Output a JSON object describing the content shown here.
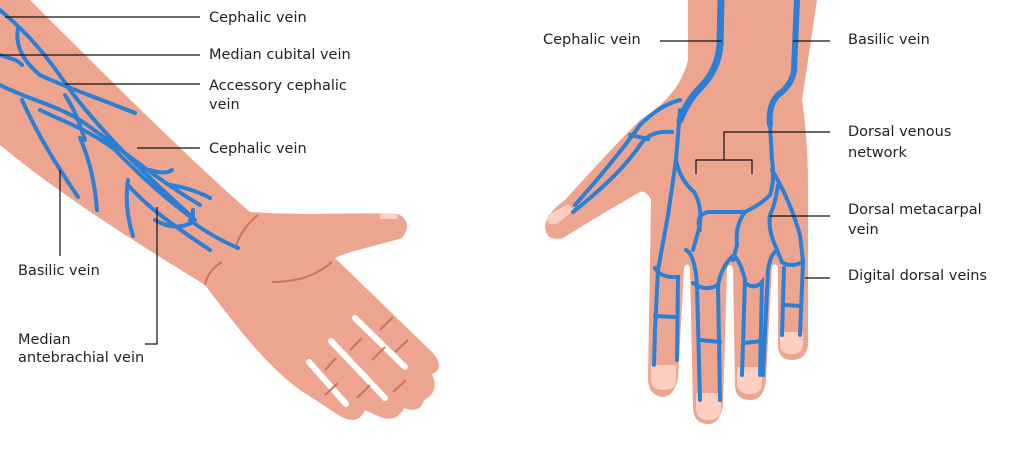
{
  "colors": {
    "skin": "#eea590",
    "vein": "#2b7fd4",
    "nail": "#fccfc0",
    "crease": "#c9745e",
    "leader": "#111111"
  },
  "left_labels": {
    "cephalic_top": "Cephalic vein",
    "median_cubital": "Median cubital vein",
    "accessory_cephalic_1": "Accessory cephalic",
    "accessory_cephalic_2": "vein",
    "cephalic_mid": "Cephalic vein",
    "basilic": "Basilic vein",
    "median_antebrachial_1": "Median",
    "median_antebrachial_2": "antebrachial vein"
  },
  "right_labels": {
    "cephalic": "Cephalic vein",
    "basilic": "Basilic vein",
    "dorsal_venous_1": "Dorsal venous",
    "dorsal_venous_2": "network",
    "dorsal_metacarpal_1": "Dorsal metacarpal",
    "dorsal_metacarpal_2": "vein",
    "digital_dorsal": "Digital dorsal veins"
  }
}
